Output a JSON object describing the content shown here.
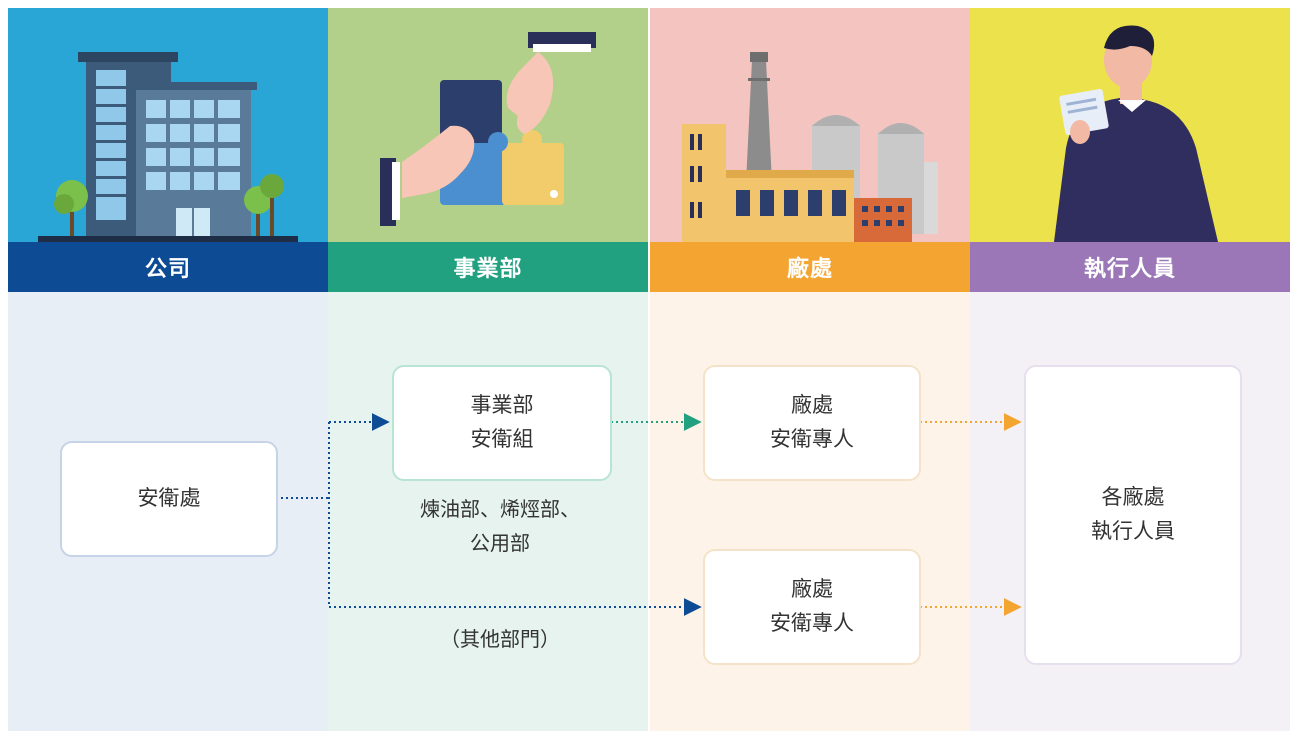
{
  "columns": [
    {
      "title": "公司",
      "header_color": "#0d4b94",
      "illus_color": "#2aa6d6",
      "lower_color": "#e8eef6"
    },
    {
      "title": "事業部",
      "header_color": "#22a181",
      "illus_color": "#b2d08a",
      "lower_color": "#e6f3ee"
    },
    {
      "title": "廠處",
      "header_color": "#f4a531",
      "illus_color": "#f4c4c0",
      "lower_color": "#fdf3e8"
    },
    {
      "title": "執行人員",
      "header_color": "#9b77b7",
      "illus_color": "#ece24b",
      "lower_color": "#f3f0f6"
    }
  ],
  "boxes": {
    "safety_office": "安衛處",
    "division_group": [
      "事業部",
      "安衛組"
    ],
    "plant_officer_1": [
      "廠處",
      "安衛專人"
    ],
    "plant_officer_2": [
      "廠處",
      "安衛專人"
    ],
    "plant_staff": [
      "各廠處",
      "執行人員"
    ]
  },
  "notes": {
    "divisions": [
      "煉油部、烯烴部、",
      "公用部"
    ],
    "other": "（其他部門）"
  },
  "colors": {
    "arrow_blue": "#0d4b94",
    "arrow_green": "#22a181",
    "arrow_orange": "#f4a531"
  },
  "icons": [
    "office-building-illustration",
    "puzzle-hands-illustration",
    "factory-illustration",
    "businessman-illustration"
  ]
}
